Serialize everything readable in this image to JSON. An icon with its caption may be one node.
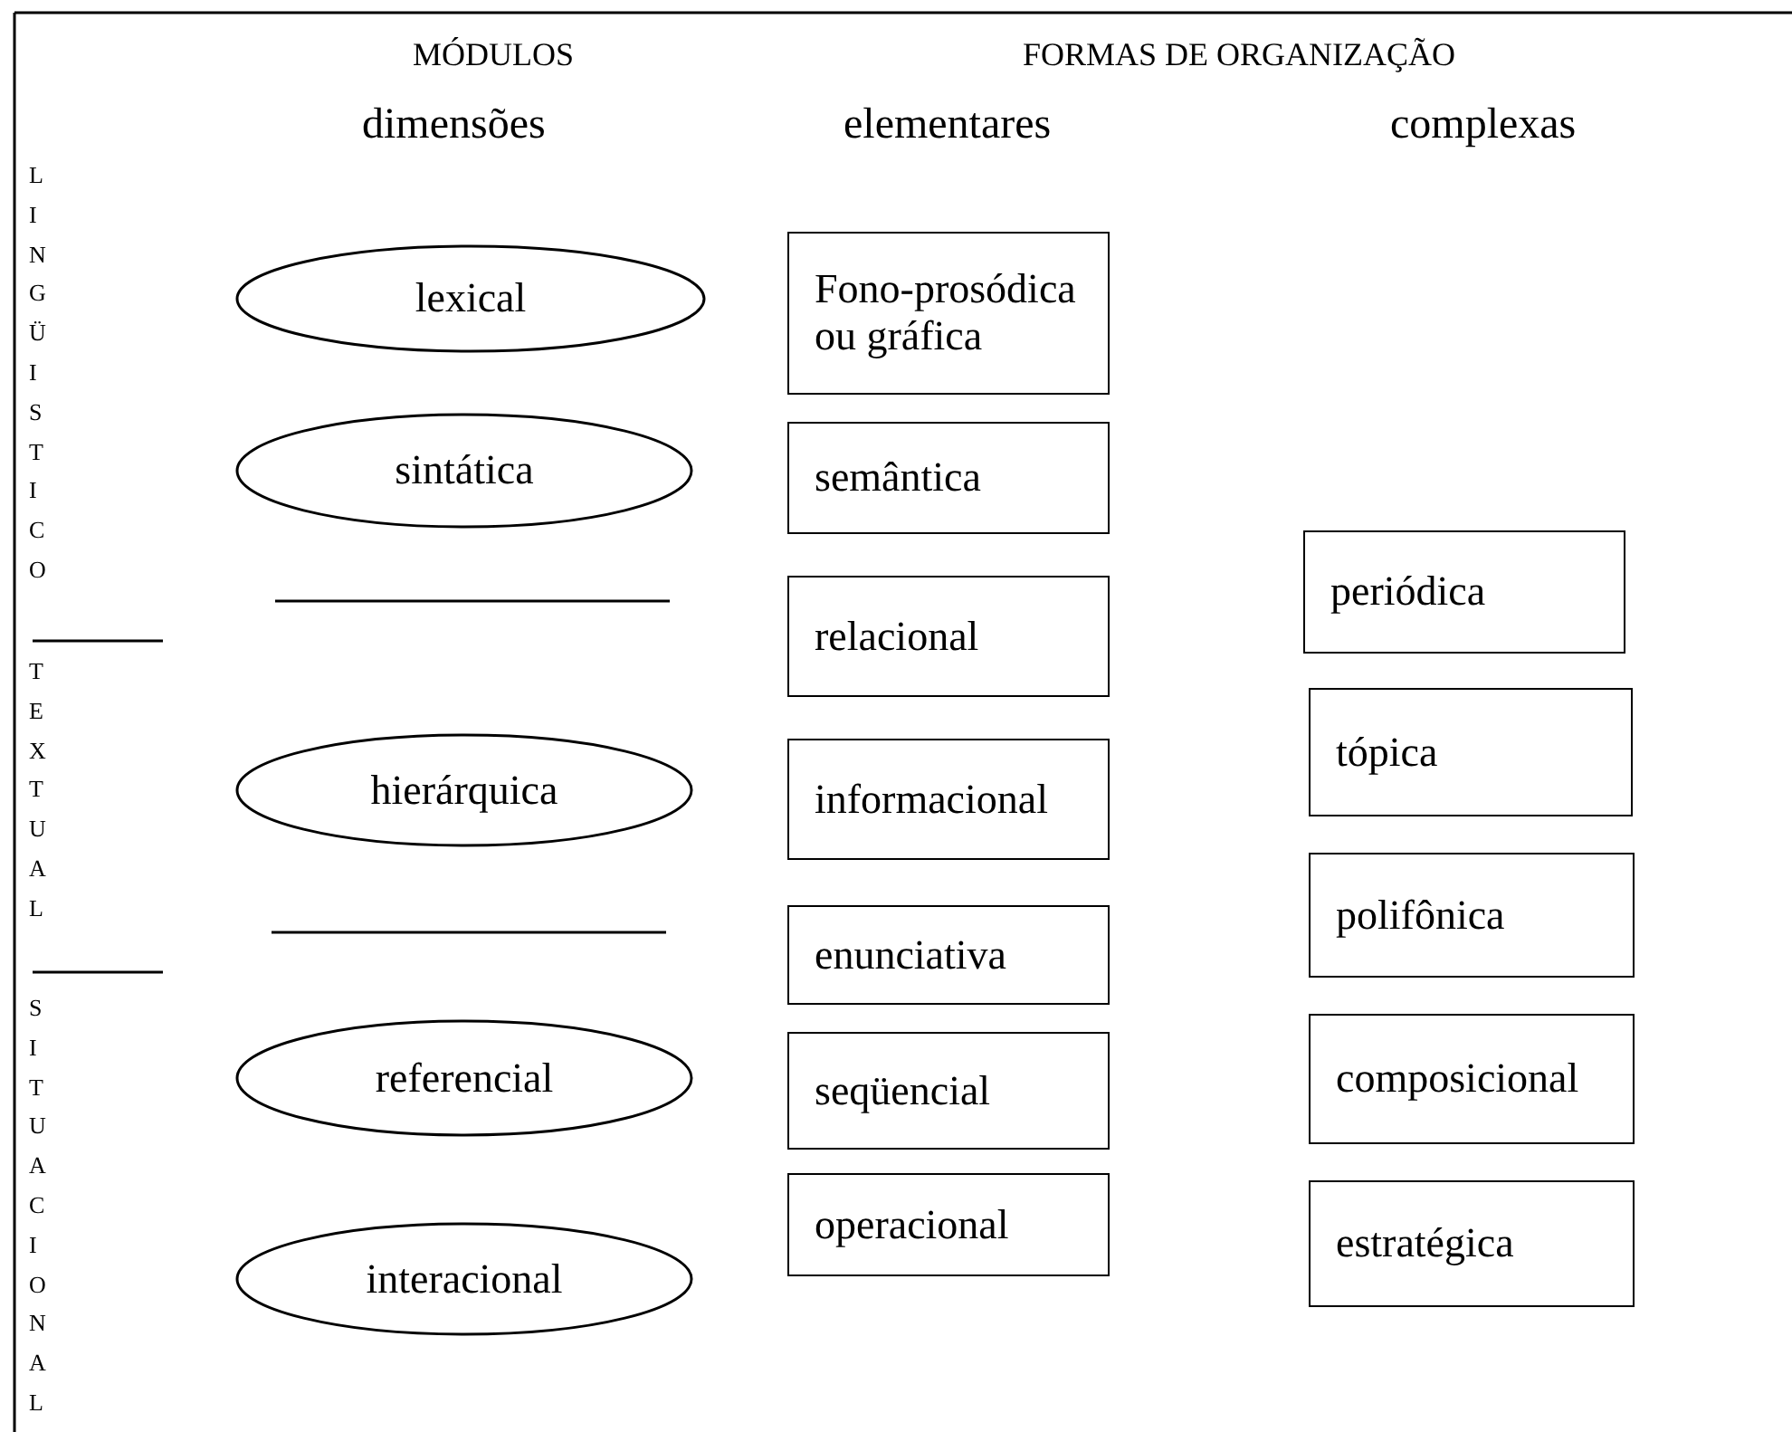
{
  "diagram": {
    "nodes": [
      {
        "text": [
          "lexical"
        ]
      },
      {
        "text": [
          "sintática"
        ]
      },
      {
        "text": [
          "hierárquica"
        ]
      },
      {
        "text": [
          "referencial"
        ]
      },
      {
        "text": [
          "interacional"
        ]
      },
      {
        "text": [
          "Fono-prosódica ou gráfica"
        ]
      },
      {
        "text": [
          "semântica"
        ]
      },
      {
        "text": [
          "relacional"
        ]
      },
      {
        "text": [
          "informacional"
        ]
      },
      {
        "text": [
          "enunciativa"
        ]
      },
      {
        "text": [
          "seqüencial"
        ]
      },
      {
        "text": [
          "operacional"
        ]
      },
      {
        "text": [
          "periódica"
        ]
      },
      {
        "text": [
          "tópica"
        ]
      },
      {
        "text": [
          "polifônica"
        ]
      },
      {
        "text": [
          "composicional"
        ]
      },
      {
        "text": [
          "estratégica"
        ]
      }
    ],
    "edges": [],
    "labels": [
      "MÓDULOS",
      "FORMAS DE ORGANIZAÇÃO",
      "LINGÜISTICO",
      "dimensões",
      "elementares",
      "complexas",
      "TEXTUAL",
      "SITUACIONAL"
    ]
  }
}
